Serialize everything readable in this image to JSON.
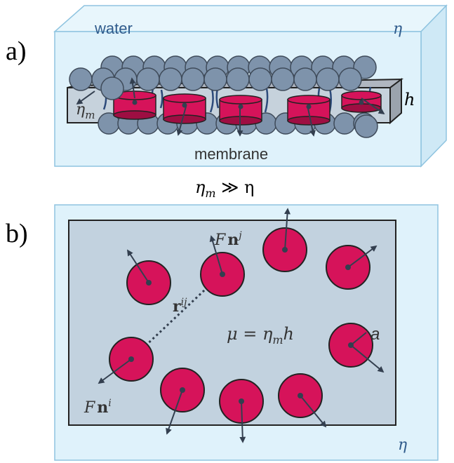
{
  "panel_a": {
    "label": "a)",
    "water_label": "water",
    "viscosity_label": "η",
    "membrane_viscosity_label": "η",
    "membrane_viscosity_sub": "m",
    "height_label": "h",
    "membrane_label": "membrane",
    "relation_lhs": "η",
    "relation_sub": "m",
    "relation_rest": " ≫ η"
  },
  "panel_b": {
    "label": "b)",
    "force_j_F": "F",
    "force_j_n": "n",
    "force_j_sup": "j",
    "force_i_F": "F",
    "force_i_n": "n",
    "force_i_sup": "i",
    "separation_r": "r",
    "separation_sup": "ij",
    "mu_lhs": "μ = η",
    "mu_sub": "m",
    "mu_rhs": "h",
    "radius_label": "a",
    "viscosity_label": "η"
  },
  "colors": {
    "water": "#dff2fb",
    "water_edge": "#8fc4e0",
    "membrane": "#bfcfdc",
    "protein": "#d6135a",
    "protein_dark": "#9e0e42",
    "lipid": "#7e93ab",
    "arrow": "#333f4f",
    "text_blue": "#2f5b8c"
  }
}
